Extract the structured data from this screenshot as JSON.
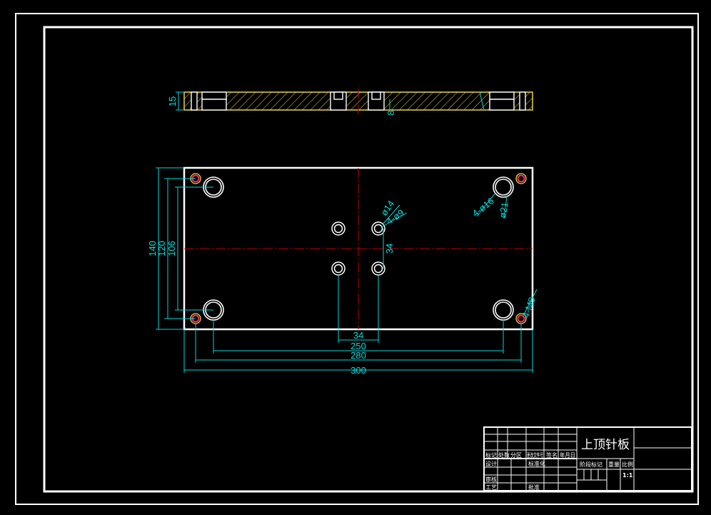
{
  "drawing": {
    "title": "上顶针板",
    "colors": {
      "background": "#000000",
      "outline": "#ffffff",
      "dimension": "#00e0e0",
      "centerline": "#c00000",
      "section": "#e8d44a",
      "screw": "#ff3060"
    },
    "side_view": {
      "thickness_label": "15",
      "depth_label": "8"
    },
    "plan_view": {
      "height_labels": [
        "140",
        "120",
        "106"
      ],
      "width_labels": [
        "34",
        "250",
        "280",
        "300"
      ],
      "center_spacing_label": "34",
      "hole_callouts": {
        "small_counterbore": "ø14",
        "small_hole": "4-ø9",
        "large_hole": "4-ø16",
        "large_counterbore": "ø21",
        "thread": "4-M8"
      }
    },
    "title_block": {
      "row_labels": [
        "标记",
        "处数",
        "分区",
        "更改文件号",
        "签名",
        "年月日"
      ],
      "left_labels": [
        "设计",
        "审核",
        "工艺"
      ],
      "mid_labels": [
        "标准化",
        "批准"
      ],
      "stage_label": "阶段标记",
      "weight_label": "重量",
      "scale_label": "比例",
      "scale_value": "1:1"
    }
  }
}
